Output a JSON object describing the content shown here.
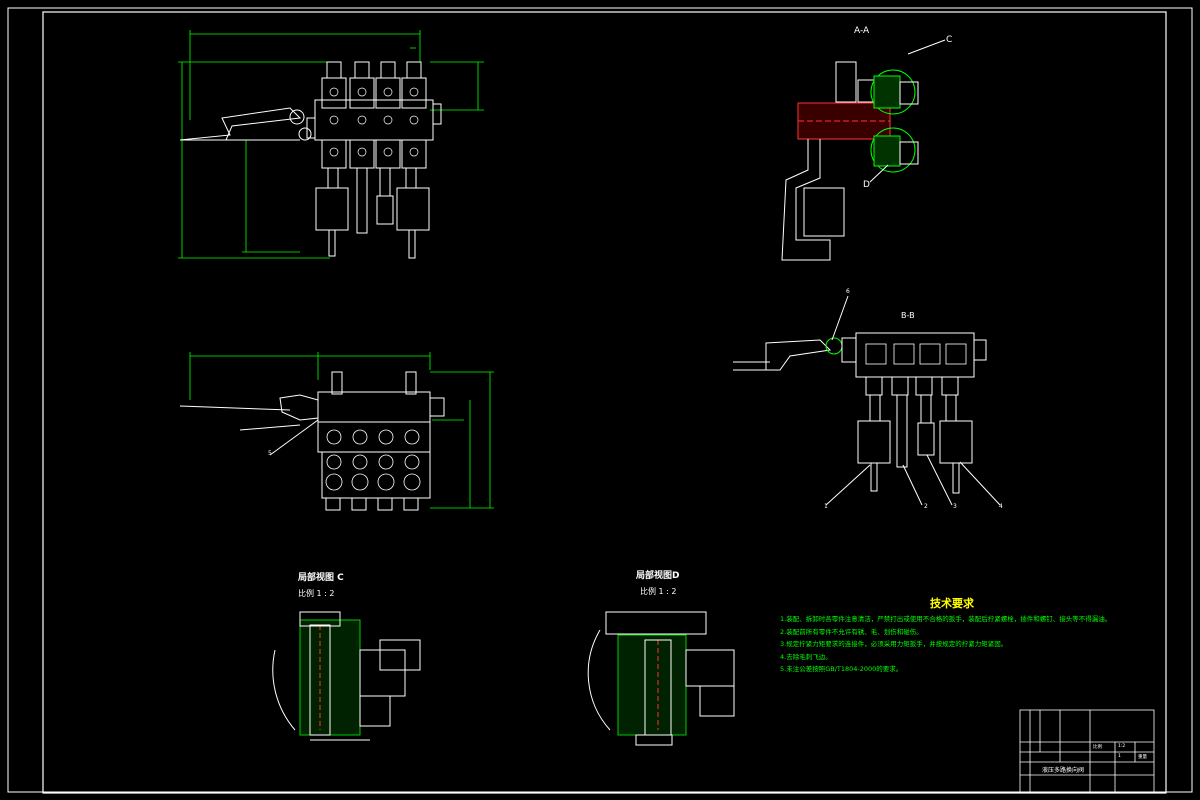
{
  "drawing": {
    "section_aa": "A-A",
    "section_bb": "B-B",
    "callout_c": "C",
    "callout_d": "D",
    "detail_c": {
      "title": "局部视图 C",
      "scale": "比例 1 : 2"
    },
    "detail_d": {
      "title": "局部视图D",
      "scale": "比例 1 : 2"
    },
    "part_numbers": [
      "1",
      "2",
      "3",
      "4",
      "5",
      "6"
    ]
  },
  "technical_requirements": {
    "title": "技术要求",
    "items": [
      "1.装配、拆卸时各零件注意清洁，严禁打出或使用不合格的扳手，装配后拧紧螺栓，插件和螺钉、接头等不得漏油。",
      "2.装配前所有零件不允许有锈、毛、划伤和碰伤。",
      "3.规定拧紧力矩要求的连接件，必须采用力矩扳手，并按规定的拧紧力矩紧固。",
      "4.去除毛刺飞边。",
      "5.未注公差按照GB/T1804-2000的要求。"
    ]
  },
  "title_block": {
    "drawing_name": "液压多路换向阀",
    "scale_label": "比例",
    "scale_value": "1:2",
    "sheet": "1",
    "weight": "重量"
  },
  "colors": {
    "background": "#000000",
    "outline": "#ffffff",
    "dimension": "#00ff00",
    "hatch": "#00cc00",
    "centerline": "#ff3333",
    "text_title": "#ffff00"
  }
}
